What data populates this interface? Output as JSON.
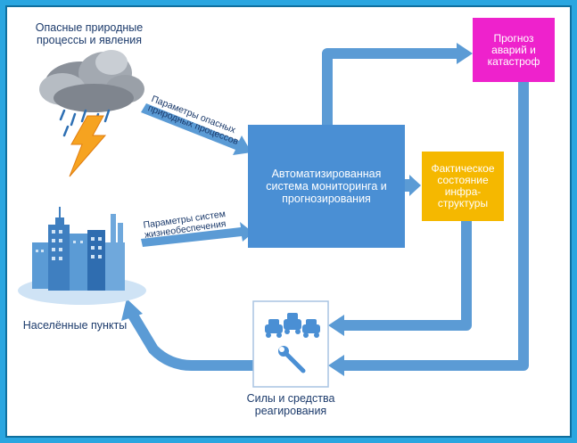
{
  "nodes": {
    "hazards": {
      "label": "Опасные природные\nпроцессы и явления"
    },
    "settlements": {
      "label": "Населённые пункты"
    },
    "system": {
      "label": "Автоматизированная\nсистема мониторинга и\nпрогнозирования",
      "color": "#4a8fd4"
    },
    "forecast": {
      "label": "Прогноз\nаварий и\nкатастроф",
      "color": "#ee22cc"
    },
    "infrastructure": {
      "label": "Фактическое\nсостояние\nинфра-\nструктуры",
      "color": "#f5b800"
    },
    "response": {
      "label": "Силы и средства\nреагирования"
    }
  },
  "edges": {
    "natural_params": {
      "label": "Параметры опасных\nприродных процессов"
    },
    "life_params": {
      "label": "Параметры систем\nжизнеобеспечения"
    }
  },
  "colors": {
    "arrow": "#5b9bd5",
    "frame": "#2aa6e0",
    "text": "#1b3a6b"
  },
  "icons": [
    "storm-cloud-icon",
    "lightning-icon",
    "city-buildings-icon",
    "cars-icon",
    "wrench-icon"
  ]
}
